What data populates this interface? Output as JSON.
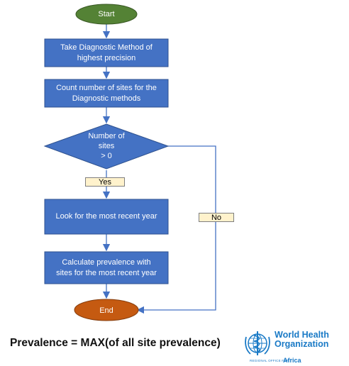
{
  "flowchart": {
    "start_label": "Start",
    "step1_line1": "Take Diagnostic Method of",
    "step1_line2": "highest precision",
    "step2_line1": "Count number of sites for the",
    "step2_line2": "Diagnostic methods",
    "decision_line1": "Number of",
    "decision_line2": "sites",
    "decision_line3": "> 0",
    "yes_label": "Yes",
    "no_label": "No",
    "step3_label": "Look for the most recent year",
    "step4_line1": "Calculate prevalence with",
    "step4_line2": "sites for the most recent year",
    "end_label": "End"
  },
  "formula": "Prevalence = MAX(of all site prevalence)",
  "logo": {
    "line1": "World Health",
    "line2": "Organization",
    "region": "Africa",
    "small_text": "REGIONAL OFFICE FOR"
  },
  "colors": {
    "process_fill": "#4472c4",
    "start_fill": "#548235",
    "end_fill": "#c55a11",
    "label_fill": "#fff2cc",
    "who_blue": "#1a7ac6"
  }
}
